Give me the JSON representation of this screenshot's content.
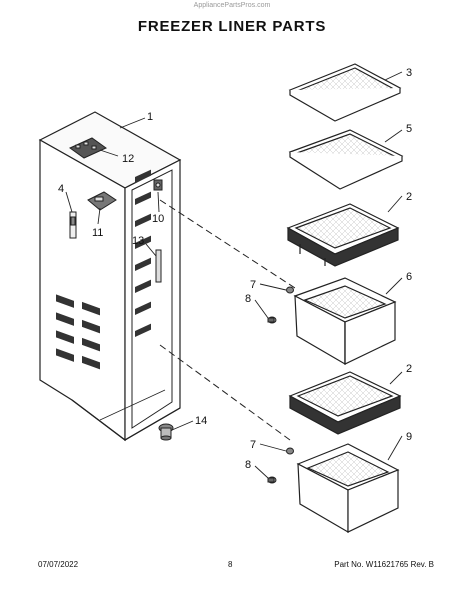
{
  "header": {
    "watermark": "AppliancePartsPros.com",
    "title": "FREEZER LINER PARTS"
  },
  "callouts": {
    "c1": "1",
    "c2a": "2",
    "c2b": "2",
    "c3": "3",
    "c4": "4",
    "c5": "5",
    "c6": "6",
    "c7a": "7",
    "c7b": "7",
    "c8a": "8",
    "c8b": "8",
    "c9": "9",
    "c10": "10",
    "c11": "11",
    "c12": "12",
    "c13": "13",
    "c14": "14"
  },
  "footer": {
    "date": "07/07/2022",
    "page": "8",
    "part": "Part No. W11621765  Rev. B"
  }
}
